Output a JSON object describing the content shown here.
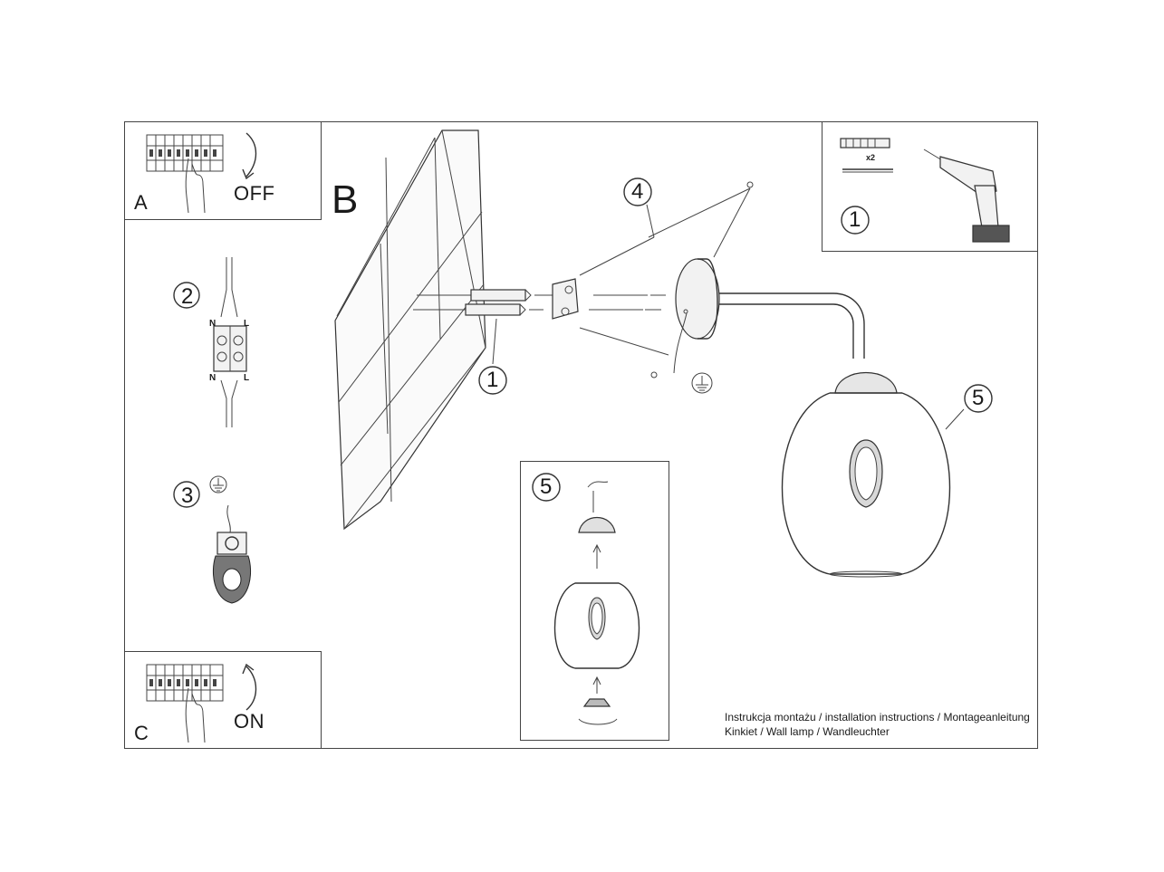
{
  "panel_a": {
    "letter": "A",
    "label": "OFF"
  },
  "panel_b": {
    "letter": "B"
  },
  "panel_c": {
    "letter": "C",
    "label": "ON"
  },
  "steps": {
    "wiring": {
      "number": "2",
      "neutral_top": "N",
      "live_top": "L",
      "neutral_bottom": "N",
      "live_bottom": "L"
    },
    "ground": {
      "number": "3"
    },
    "tools": {
      "number": "1",
      "quantity": "x2"
    },
    "wall_anchors": {
      "number": "1"
    },
    "mount": {
      "number": "4"
    },
    "shade": {
      "number": "5"
    },
    "shade_detail": {
      "number": "5"
    }
  },
  "caption": {
    "line1": "Instrukcja montażu / installation instructions / Montageanleitung",
    "line2": "Kinkiet / Wall lamp / Wandleuchter"
  }
}
